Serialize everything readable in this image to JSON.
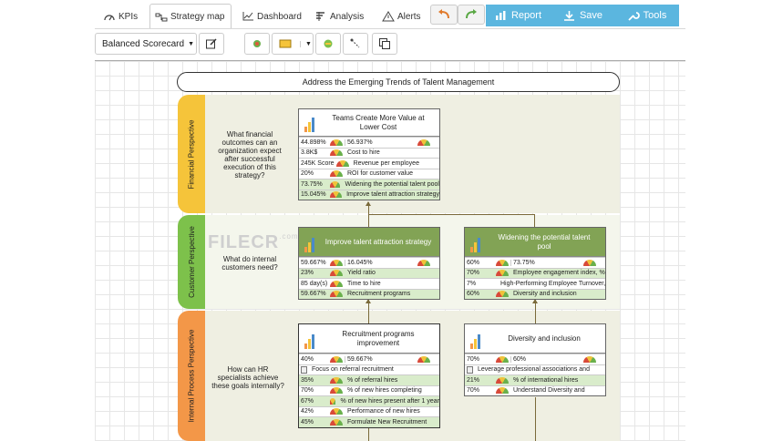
{
  "tabs": [
    {
      "label": "KPIs",
      "icon": "gauge-icon"
    },
    {
      "label": "Strategy map",
      "icon": "strategy-map-icon"
    },
    {
      "label": "Dashboard",
      "icon": "line-chart-icon"
    },
    {
      "label": "Analysis",
      "icon": "analysis-icon"
    },
    {
      "label": "Alerts",
      "icon": "warning-icon"
    }
  ],
  "actions": {
    "report": "Report",
    "save": "Save",
    "tools": "Tools"
  },
  "colors": {
    "accent": "#5bb6df",
    "financial": "#f5c43a",
    "customer": "#7dc14b",
    "internal": "#f39748",
    "card_green": "#82a355",
    "row_highlight": "#d9eccb"
  },
  "scorecard_select": "Balanced Scorecard",
  "map": {
    "goal": "Address the Emerging Trends of Talent Management",
    "perspectives": [
      {
        "label": "Financial Perspective",
        "question": "What financial outcomes can an organization expect after successful execution of this strategy?"
      },
      {
        "label": "Customer Perspective",
        "question": "What do internal customers need?"
      },
      {
        "label": "Internal Process Perspective",
        "question": "How can HR specialists achieve these goals internally?"
      }
    ],
    "cards": {
      "teams": {
        "title": "Teams Create More Value at Lower Cost",
        "v1": "44.898%",
        "v2": "56.937%",
        "rows": [
          {
            "value": "3.8K$",
            "label": "Cost to hire"
          },
          {
            "value": "245K Score",
            "label": "Revenue per employee"
          },
          {
            "value": "20%",
            "label": "ROI for customer value"
          },
          {
            "value": "73.75%",
            "label": "Widening the potential talent pool"
          },
          {
            "value": "15.045%",
            "label": "Improve talent attraction strategy"
          }
        ]
      },
      "attraction": {
        "title": "Improve talent attraction strategy",
        "v1": "59.667%",
        "v2": "16.045%",
        "rows": [
          {
            "value": "23%",
            "label": "Yield ratio"
          },
          {
            "value": "85 day(s)",
            "label": "Time to hire"
          },
          {
            "value": "59.667%",
            "label": "Recruitment programs"
          }
        ]
      },
      "widening": {
        "title": "Widening the potential talent pool",
        "v1": "60%",
        "v2": "73.75%",
        "rows": [
          {
            "value": "70%",
            "label": "Employee engagement index, %"
          },
          {
            "value": "7%",
            "label": "High-Performing Employee Turnover,"
          },
          {
            "value": "60%",
            "label": "Diversity and inclusion"
          }
        ]
      },
      "recruitment": {
        "title": "Recruitment programs improvement",
        "v1": "40%",
        "v2": "59.667%",
        "doc_row": "Focus on referral recruitment",
        "rows": [
          {
            "value": "35%",
            "label": "% of referral hires"
          },
          {
            "value": "70%",
            "label": "% of new hires completing"
          },
          {
            "value": "67%",
            "label": "% of new hires present after 1 year"
          },
          {
            "value": "42%",
            "label": "Performance of new hires"
          },
          {
            "value": "45%",
            "label": "Formulate New Recruitment"
          }
        ]
      },
      "diversity": {
        "title": "Diversity and inclusion",
        "v1": "70%",
        "v2": "60%",
        "doc_row": "Leverage professional associations and",
        "rows": [
          {
            "value": "21%",
            "label": "% of international hires"
          },
          {
            "value": "70%",
            "label": "Understand Diversity and"
          }
        ]
      }
    }
  },
  "watermark": {
    "text": "FILECR",
    "suffix": ".com"
  }
}
